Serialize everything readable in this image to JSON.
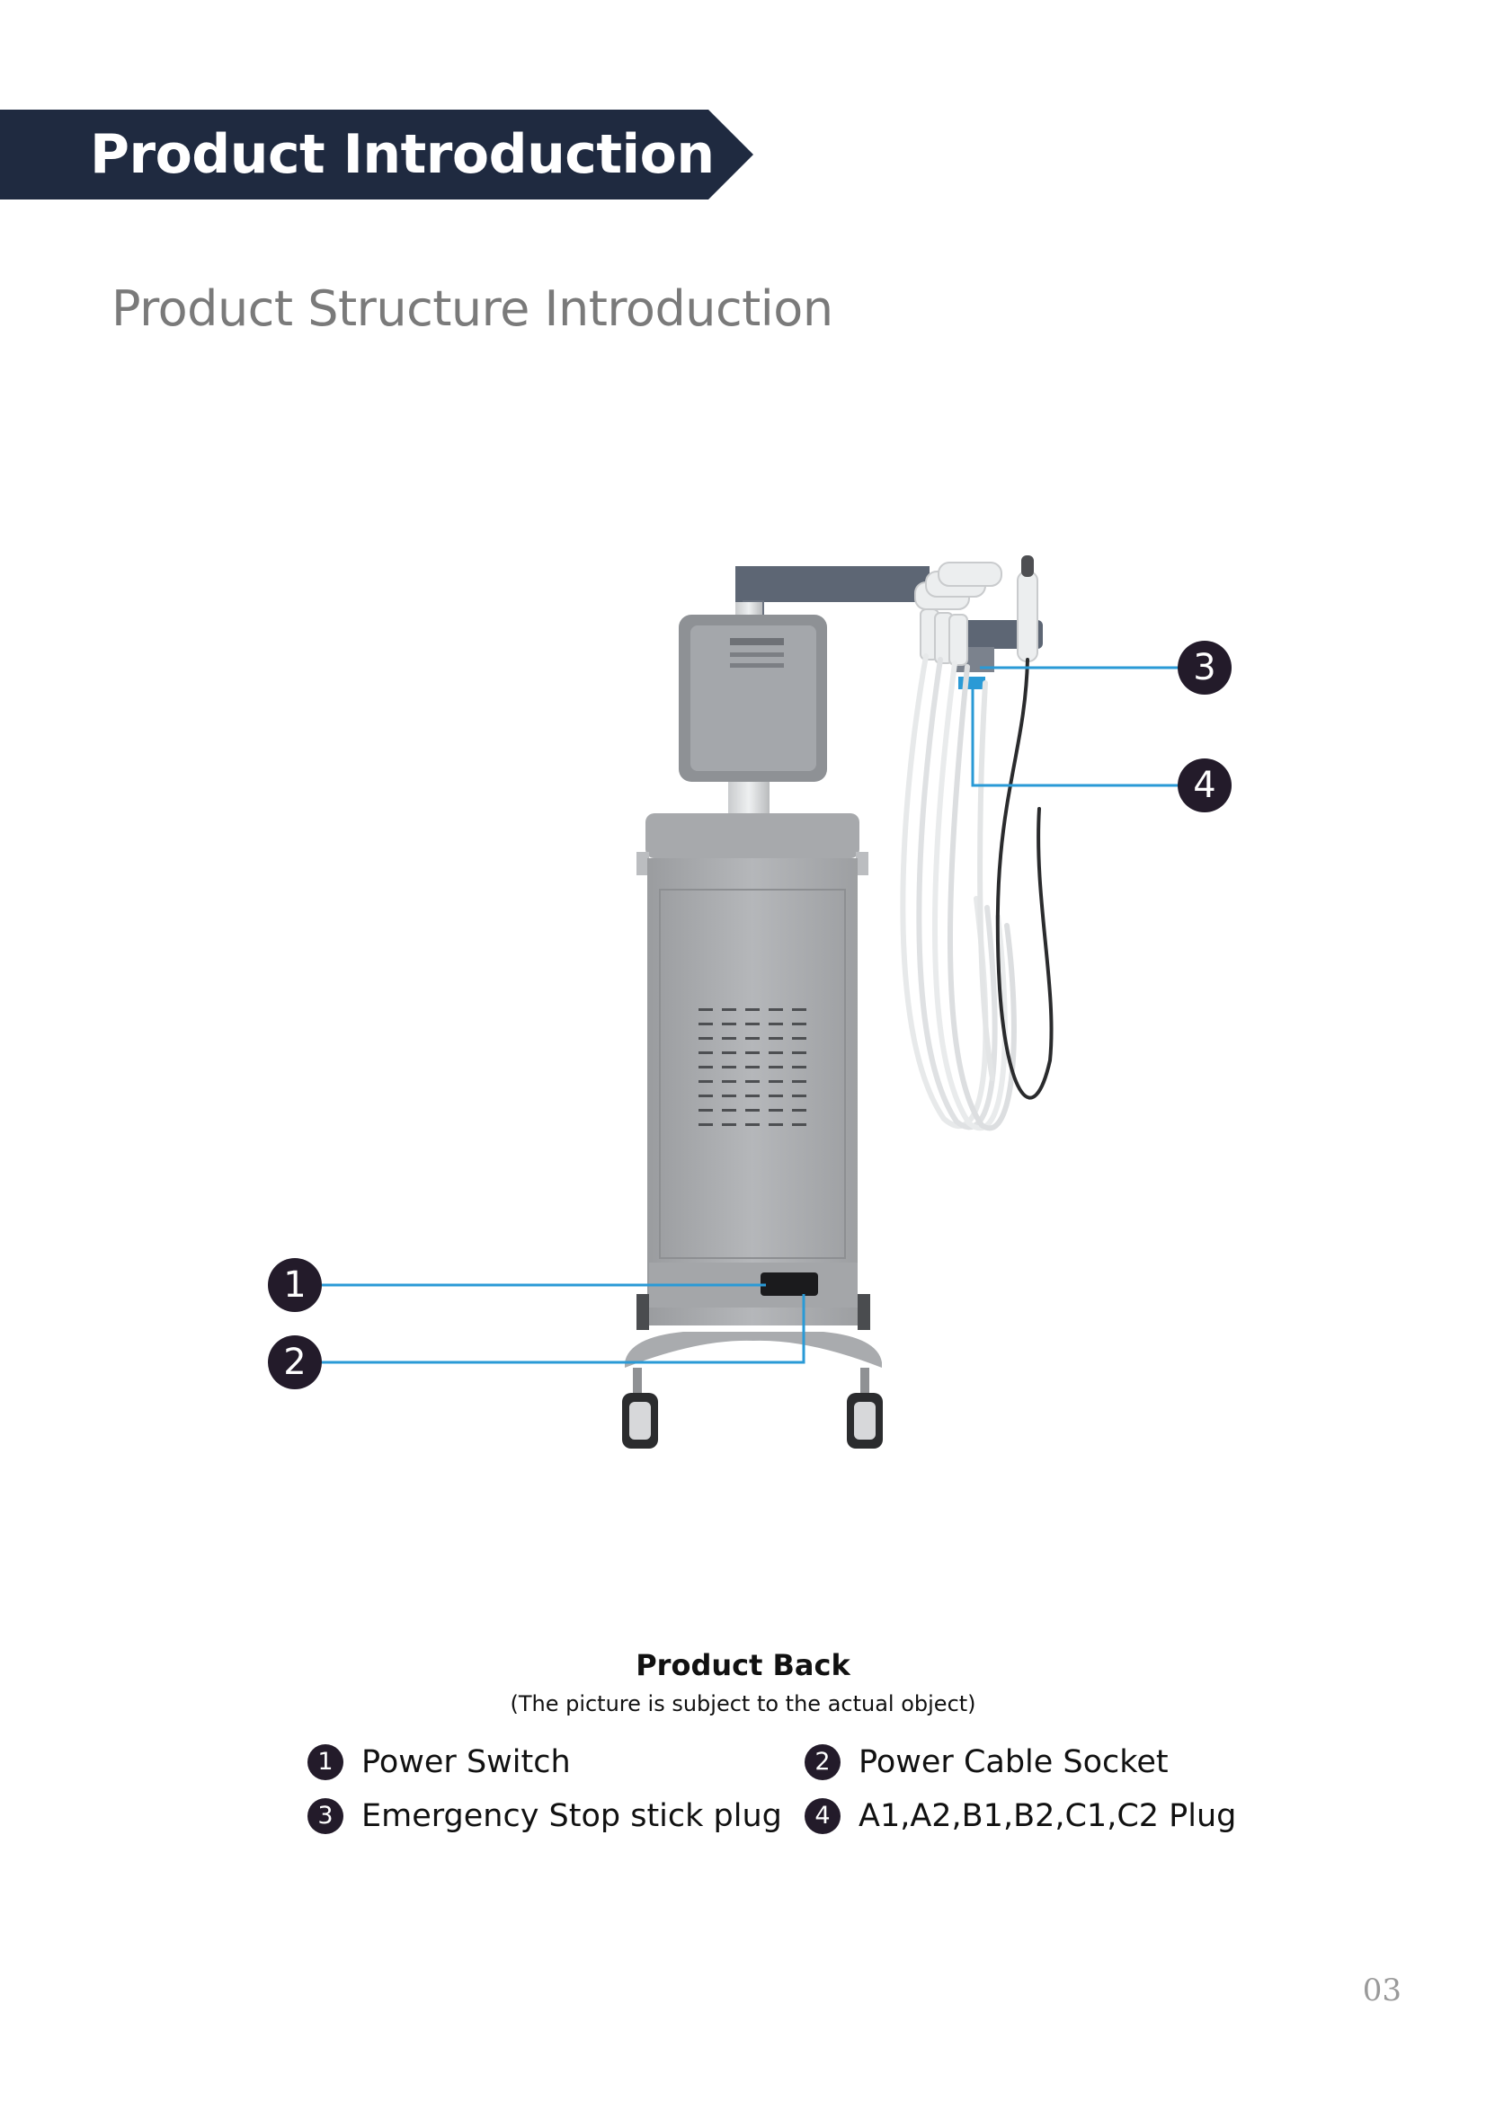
{
  "header": {
    "title": "Product Introduction",
    "banner_color": "#1f2a40"
  },
  "section": {
    "subtitle": "Product Structure Introduction"
  },
  "figure": {
    "callout_color": "#2a9ad6",
    "callouts": [
      "1",
      "2",
      "3",
      "4"
    ]
  },
  "caption": {
    "title": "Product Back",
    "note": "(The picture is subject to the actual object)"
  },
  "legend": [
    {
      "number": "1",
      "label": "Power Switch"
    },
    {
      "number": "2",
      "label": "Power Cable Socket"
    },
    {
      "number": "3",
      "label": "Emergency Stop stick plug"
    },
    {
      "number": "4",
      "label": "A1,A2,B1,B2,C1,C2 Plug"
    }
  ],
  "footer": {
    "page_number": "03"
  }
}
